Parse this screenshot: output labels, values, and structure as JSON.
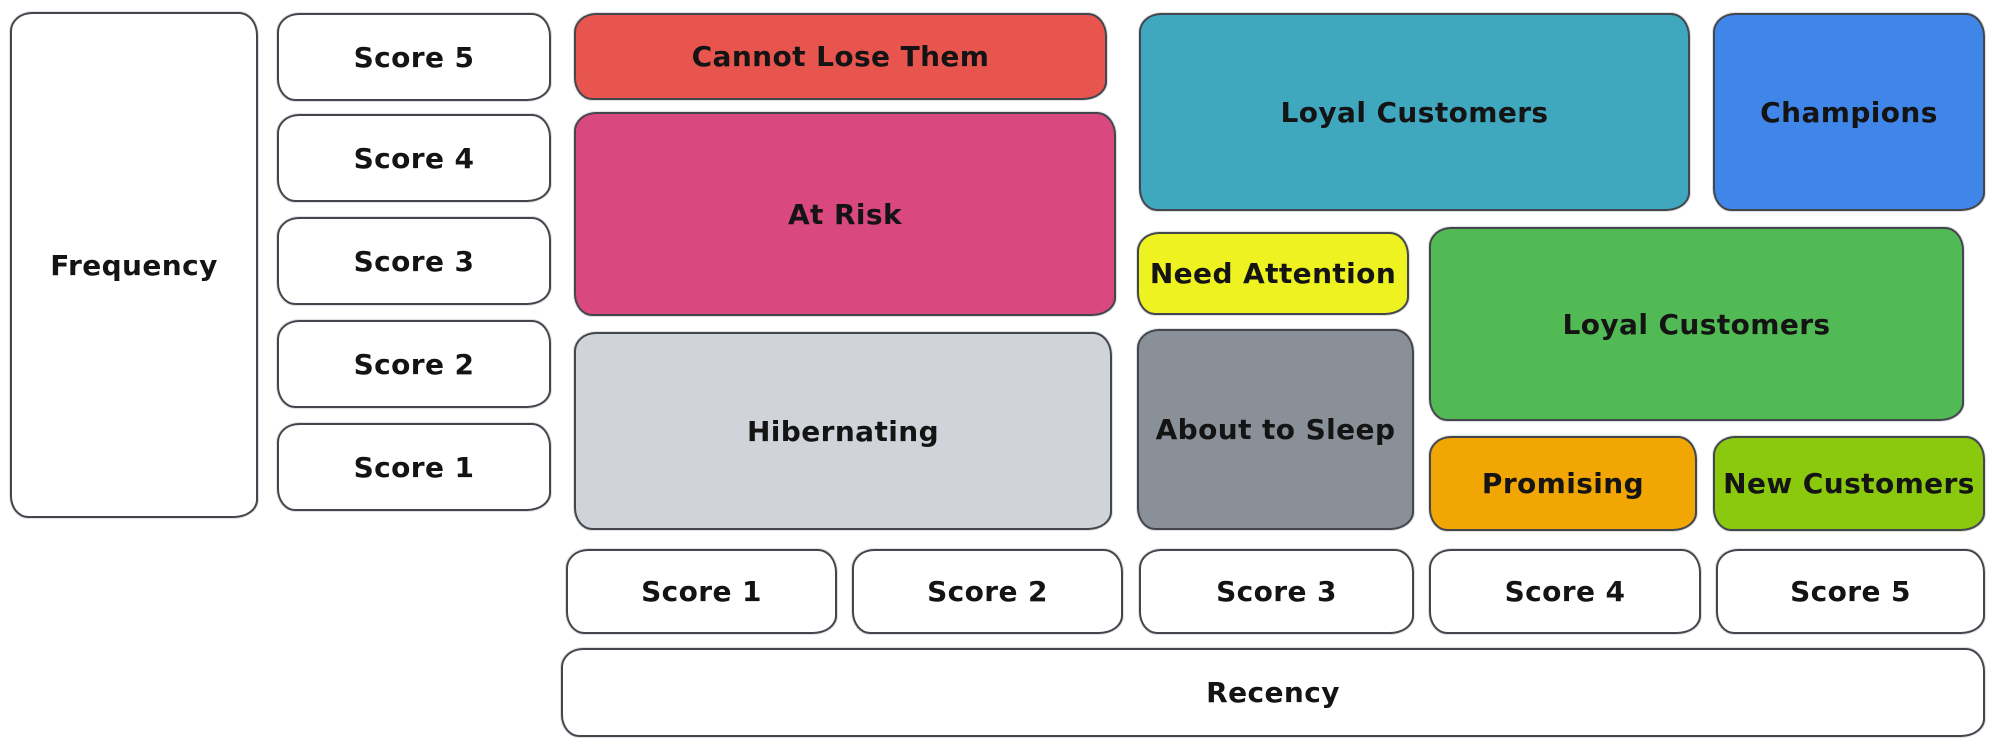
{
  "axes": {
    "frequency": {
      "label": "Frequency",
      "scores": [
        "Score 5",
        "Score 4",
        "Score 3",
        "Score 2",
        "Score 1"
      ]
    },
    "recency": {
      "label": "Recency",
      "scores": [
        "Score 1",
        "Score 2",
        "Score 3",
        "Score 4",
        "Score 5"
      ]
    }
  },
  "segments": {
    "cannot_lose_them": {
      "label": "Cannot Lose Them",
      "color": "#e8554e",
      "frequency_scores": [
        5
      ],
      "recency_scores": [
        1,
        2
      ]
    },
    "at_risk": {
      "label": "At Risk",
      "color": "#d9487f",
      "frequency_scores": [
        3,
        4
      ],
      "recency_scores": [
        1,
        2
      ]
    },
    "hibernating": {
      "label": "Hibernating",
      "color": "#d0d4da",
      "frequency_scores": [
        1,
        2
      ],
      "recency_scores": [
        1,
        2
      ]
    },
    "loyal_customers_teal": {
      "label": "Loyal Customers",
      "color": "#3fa8bf",
      "frequency_scores": [
        4,
        5
      ],
      "recency_scores": [
        3,
        4
      ]
    },
    "champions": {
      "label": "Champions",
      "color": "#3f86e8",
      "frequency_scores": [
        4,
        5
      ],
      "recency_scores": [
        5
      ]
    },
    "need_attention": {
      "label": "Need Attention",
      "color": "#edf220",
      "frequency_scores": [
        3
      ],
      "recency_scores": [
        3
      ]
    },
    "loyal_customers_green": {
      "label": "Loyal Customers",
      "color": "#52ba55",
      "frequency_scores": [
        2,
        3
      ],
      "recency_scores": [
        4,
        5
      ]
    },
    "about_to_sleep": {
      "label": "About to Sleep",
      "color": "#899097",
      "frequency_scores": [
        1,
        2
      ],
      "recency_scores": [
        3
      ]
    },
    "promising": {
      "label": "Promising",
      "color": "#f2a603",
      "frequency_scores": [
        1
      ],
      "recency_scores": [
        4
      ]
    },
    "new_customers": {
      "label": "New Customers",
      "color": "#8bc90f",
      "frequency_scores": [
        1
      ],
      "recency_scores": [
        5
      ]
    }
  },
  "palette": {
    "ink": "#43474d",
    "text": "#141414",
    "background": "#ffffff"
  }
}
